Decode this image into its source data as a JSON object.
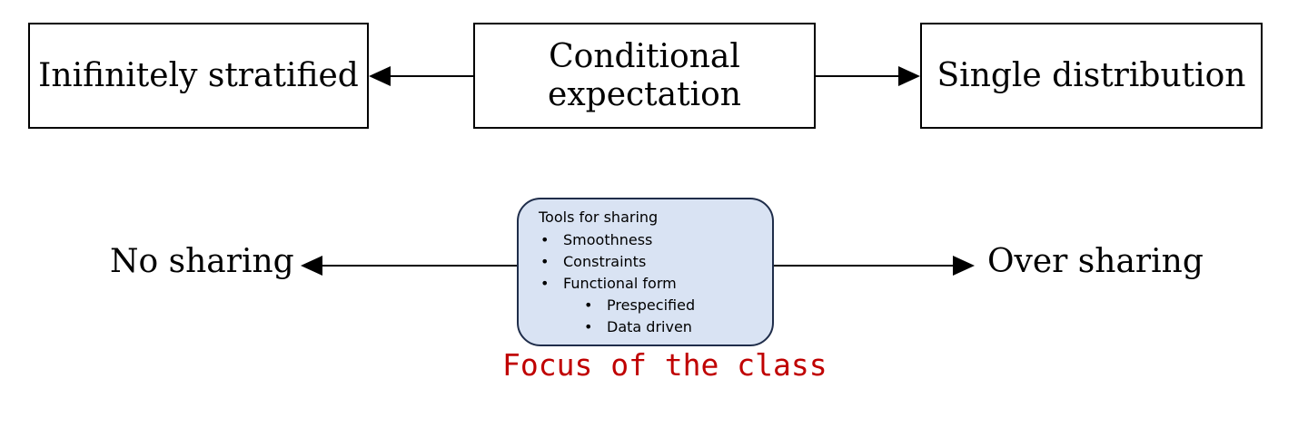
{
  "top_row": {
    "left": "Inifinitely stratified",
    "center_line1": "Conditional",
    "center_line2": "expectation",
    "right": "Single distribution"
  },
  "bottom_row": {
    "left": "No sharing",
    "right": "Over sharing"
  },
  "tools_box": {
    "title": "Tools for sharing",
    "items": [
      "Smoothness",
      "Constraints",
      "Functional form"
    ],
    "subitems": [
      "Prespecified",
      "Data driven"
    ]
  },
  "focus_label": "Focus of the class",
  "colors": {
    "tools_fill": "#d9e3f3",
    "tools_border": "#1f2d4a",
    "focus_text": "#c00000"
  }
}
